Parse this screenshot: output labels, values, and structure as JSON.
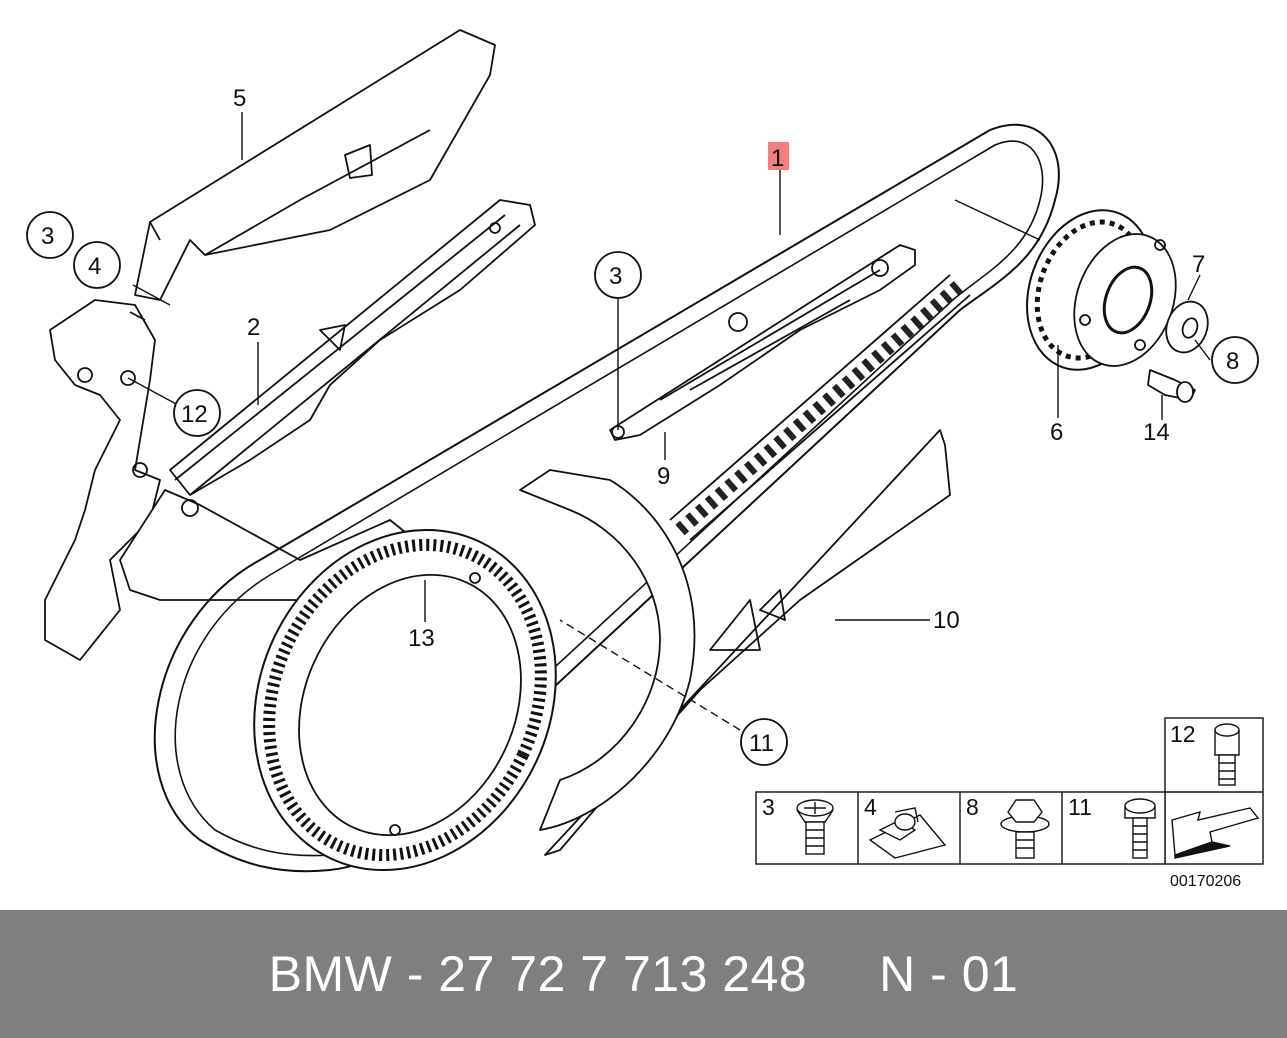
{
  "diagram": {
    "reference_number": "00170206",
    "highlight_color": "#f08080",
    "line_color": "#111111",
    "callouts": [
      {
        "id": "c1",
        "label": "1",
        "highlighted": true
      },
      {
        "id": "c2",
        "label": "2"
      },
      {
        "id": "c3a",
        "label": "3",
        "circled": true
      },
      {
        "id": "c3b",
        "label": "3",
        "circled": true
      },
      {
        "id": "c4",
        "label": "4",
        "circled": true
      },
      {
        "id": "c5",
        "label": "5"
      },
      {
        "id": "c6",
        "label": "6"
      },
      {
        "id": "c7",
        "label": "7"
      },
      {
        "id": "c8",
        "label": "8",
        "circled": true
      },
      {
        "id": "c9",
        "label": "9"
      },
      {
        "id": "c10",
        "label": "10"
      },
      {
        "id": "c11",
        "label": "11",
        "circled": true
      },
      {
        "id": "c12",
        "label": "12",
        "circled": true
      },
      {
        "id": "c13",
        "label": "13"
      },
      {
        "id": "c14",
        "label": "14"
      }
    ],
    "legend": [
      {
        "label": "3",
        "icon": "countersunk-screw-icon"
      },
      {
        "label": "4",
        "icon": "clip-nut-icon"
      },
      {
        "label": "8",
        "icon": "hex-flange-bolt-icon"
      },
      {
        "label": "11",
        "icon": "torx-bolt-icon"
      },
      {
        "label": "12",
        "icon": "socket-head-bolt-icon"
      }
    ]
  },
  "footer": {
    "text": "BMW - 27 72 7 713 248     N - 01",
    "background": "#7f7f7f"
  }
}
